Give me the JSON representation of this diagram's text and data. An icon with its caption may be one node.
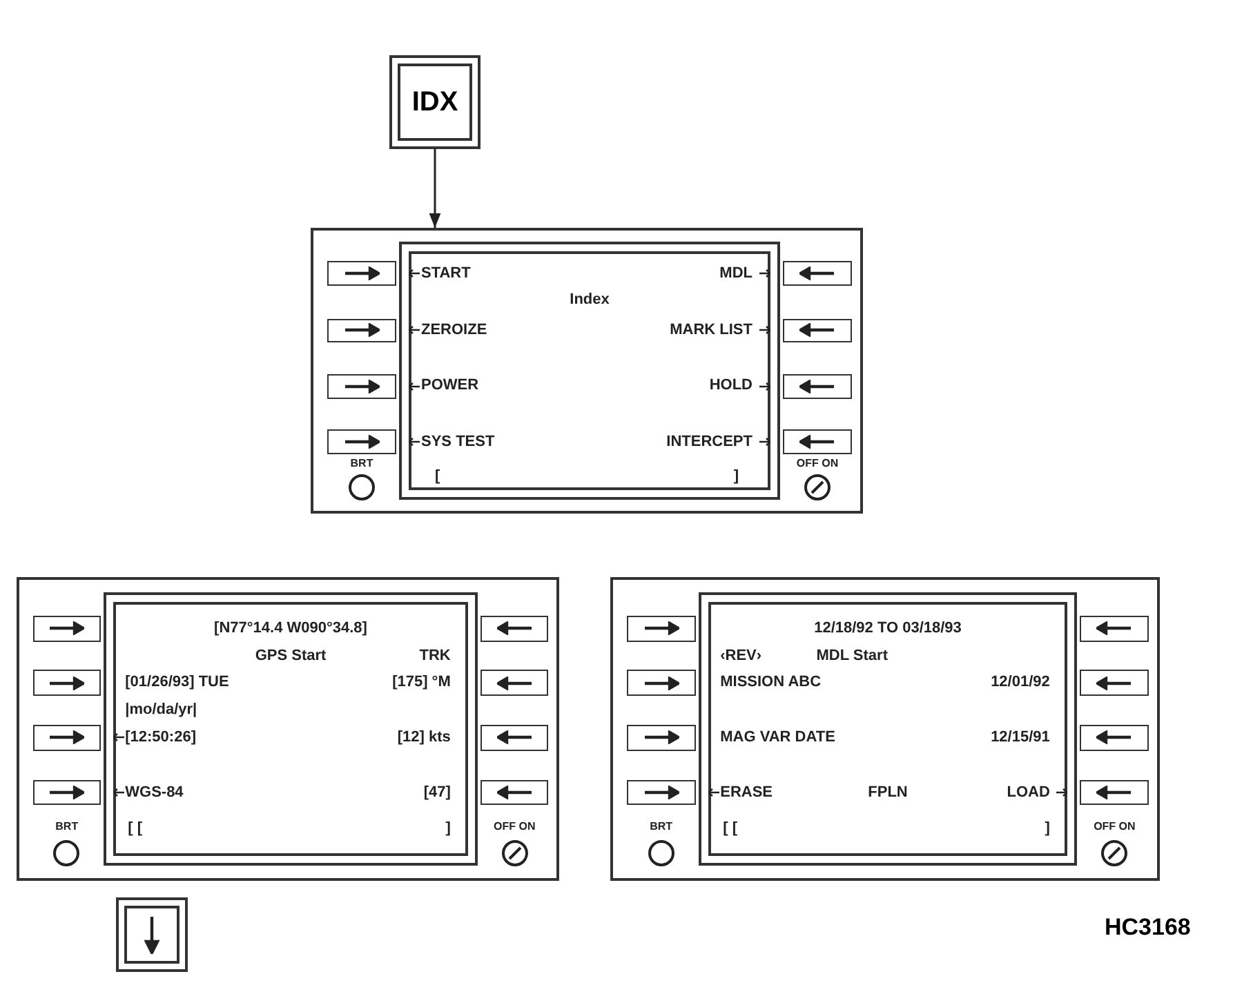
{
  "diagram": {
    "nodes": [
      {
        "text": [
          "IDX"
        ]
      },
      {
        "text": [
          "START",
          "MDL",
          "Index",
          "ZEROIZE",
          "MARK LIST",
          "POWER",
          "HOLD",
          "SYS TEST",
          "INTERCEPT",
          "[",
          "]",
          "BRT",
          "OFF ON"
        ]
      },
      {
        "text": [
          "[N77°14.4 W090°34.8]",
          "GPS Start",
          "TRK",
          "[01/26/93] TUE",
          "[175] °M",
          "|mo/da/yr|",
          "[12:50:26]",
          "[12] kts",
          "WGS-84",
          "[47]",
          "BRT",
          "[ [",
          "]",
          "OFF ON"
        ]
      },
      {
        "text": [
          "12/18/92 TO 03/18/93",
          "‹REV›",
          "MDL Start",
          "MISSION ABC",
          "12/01/92",
          "MAG VAR DATE",
          "12/15/91",
          "ERASE",
          "FPLN",
          "LOAD",
          "BRT",
          "[ [",
          "]",
          "OFF ON"
        ]
      },
      {
        "text": [],
        "shape": "box"
      }
    ],
    "edges": [
      {
        "from": 0,
        "to": 1,
        "arrow": "to"
      }
    ],
    "labels": [
      "HC3168"
    ]
  }
}
